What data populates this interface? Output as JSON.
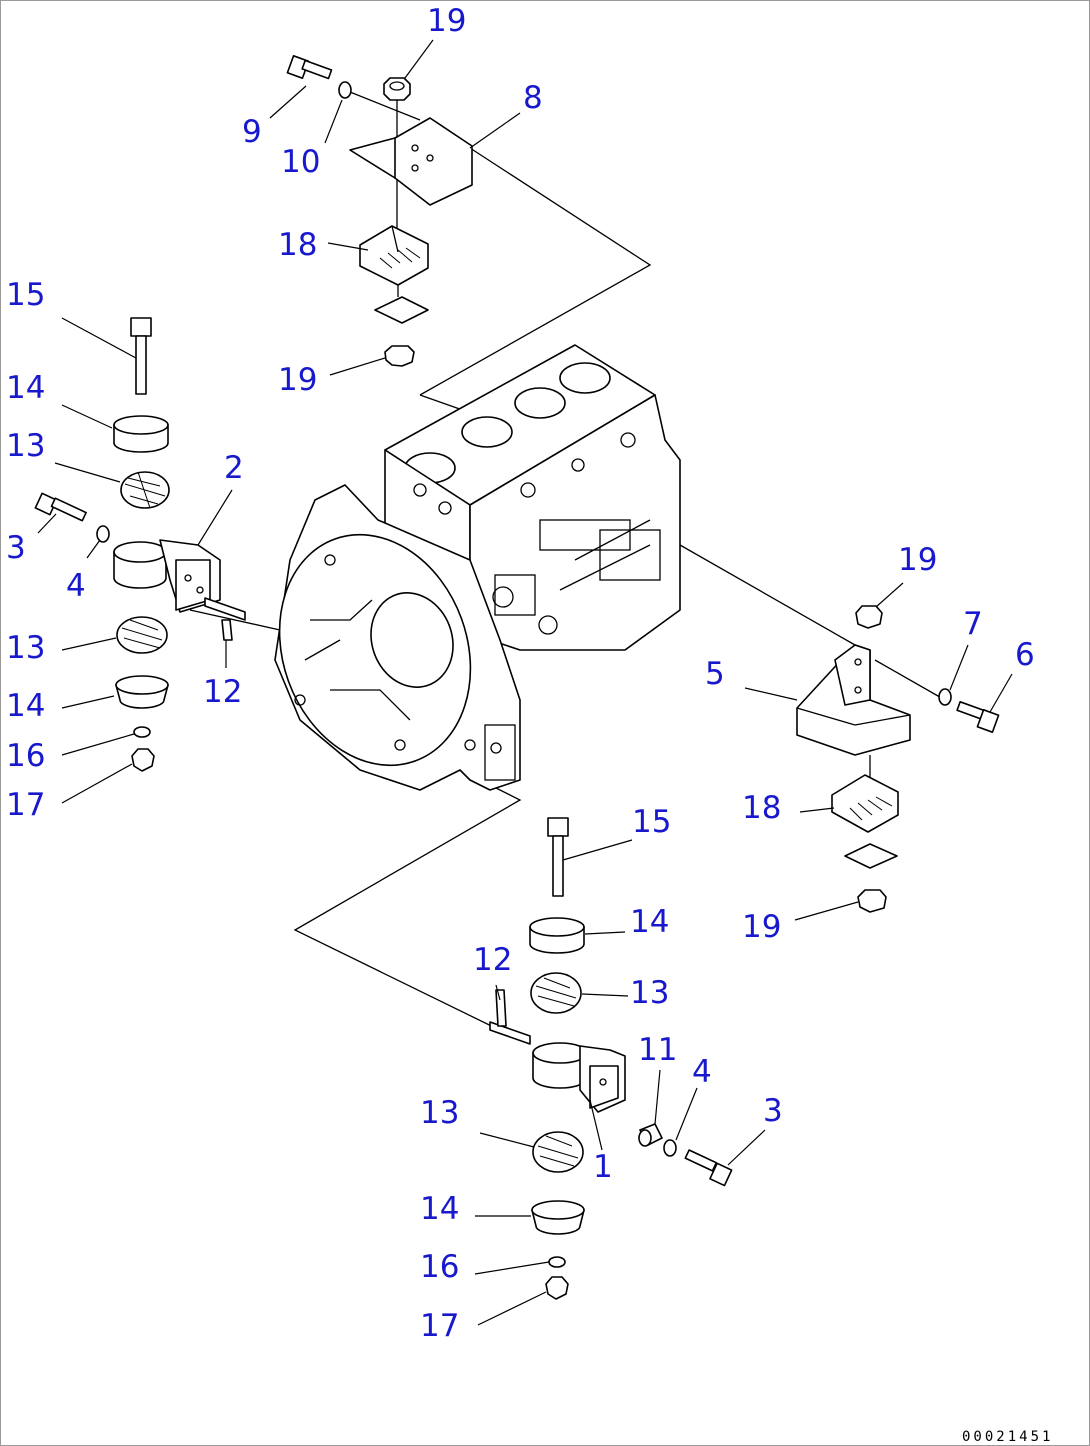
{
  "drawing_code": "00021451",
  "callouts": {
    "c9": "9",
    "c10": "10",
    "c19_top": "19",
    "c8": "8",
    "c18_top": "18",
    "c19_mid": "19",
    "c15_left": "15",
    "c14_left_a": "14",
    "c13_left_a": "13",
    "c2": "2",
    "c3_left": "3",
    "c4_left": "4",
    "c13_left_b": "13",
    "c12_left": "12",
    "c14_left_b": "14",
    "c16_left": "16",
    "c17_left": "17",
    "c19_right_a": "19",
    "c7": "7",
    "c6": "6",
    "c5": "5",
    "c18_right": "18",
    "c19_right_b": "19",
    "c15_bottom": "15",
    "c14_bottom_a": "14",
    "c12_bottom": "12",
    "c13_bottom_a": "13",
    "c11": "11",
    "c4_bottom": "4",
    "c3_bottom": "3",
    "c13_bottom_b": "13",
    "c1": "1",
    "c14_bottom_b": "14",
    "c16_bottom": "16",
    "c17_bottom": "17"
  }
}
